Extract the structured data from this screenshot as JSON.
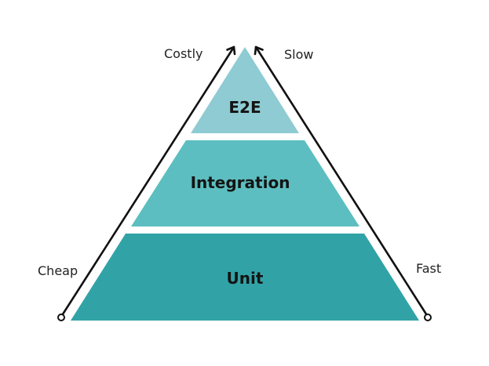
{
  "pyramid": {
    "tiers": [
      {
        "id": "e2e",
        "label": "E2E",
        "color": "#8ecbd2"
      },
      {
        "id": "integration",
        "label": "Integration",
        "color": "#5cbec0"
      },
      {
        "id": "unit",
        "label": "Unit",
        "color": "#31a3a7"
      }
    ]
  },
  "left_axis": {
    "bottom_label": "Cheap",
    "top_label": "Costly"
  },
  "right_axis": {
    "bottom_label": "Fast",
    "top_label": "Slow"
  }
}
